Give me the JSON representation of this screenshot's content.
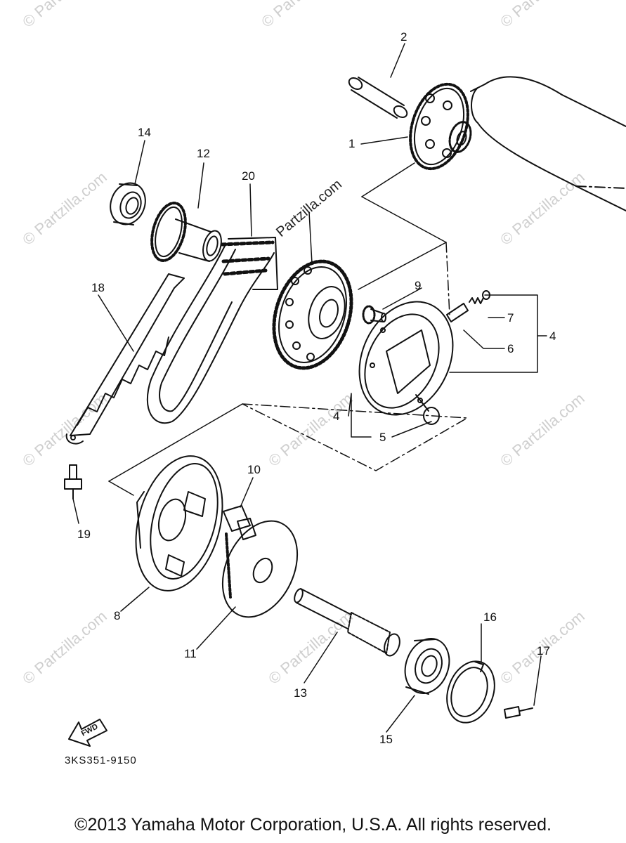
{
  "watermarks": {
    "brand": "© Partzilla.com",
    "center": "Partzilla.com"
  },
  "callouts": {
    "n1": "1",
    "n2": "2",
    "n4a": "4",
    "n4b": "4",
    "n5": "5",
    "n6": "6",
    "n7": "7",
    "n8": "8",
    "n9": "9",
    "n10": "10",
    "n11": "11",
    "n12": "12",
    "n13": "13",
    "n14": "14",
    "n15": "15",
    "n16": "16",
    "n17": "17",
    "n18": "18",
    "n19": "19",
    "n20": "20"
  },
  "fwd_label": "FWD",
  "part_code": "3KS351-9150",
  "copyright": "©2013  Yamaha Motor Corporation, U.S.A. All rights reserved."
}
